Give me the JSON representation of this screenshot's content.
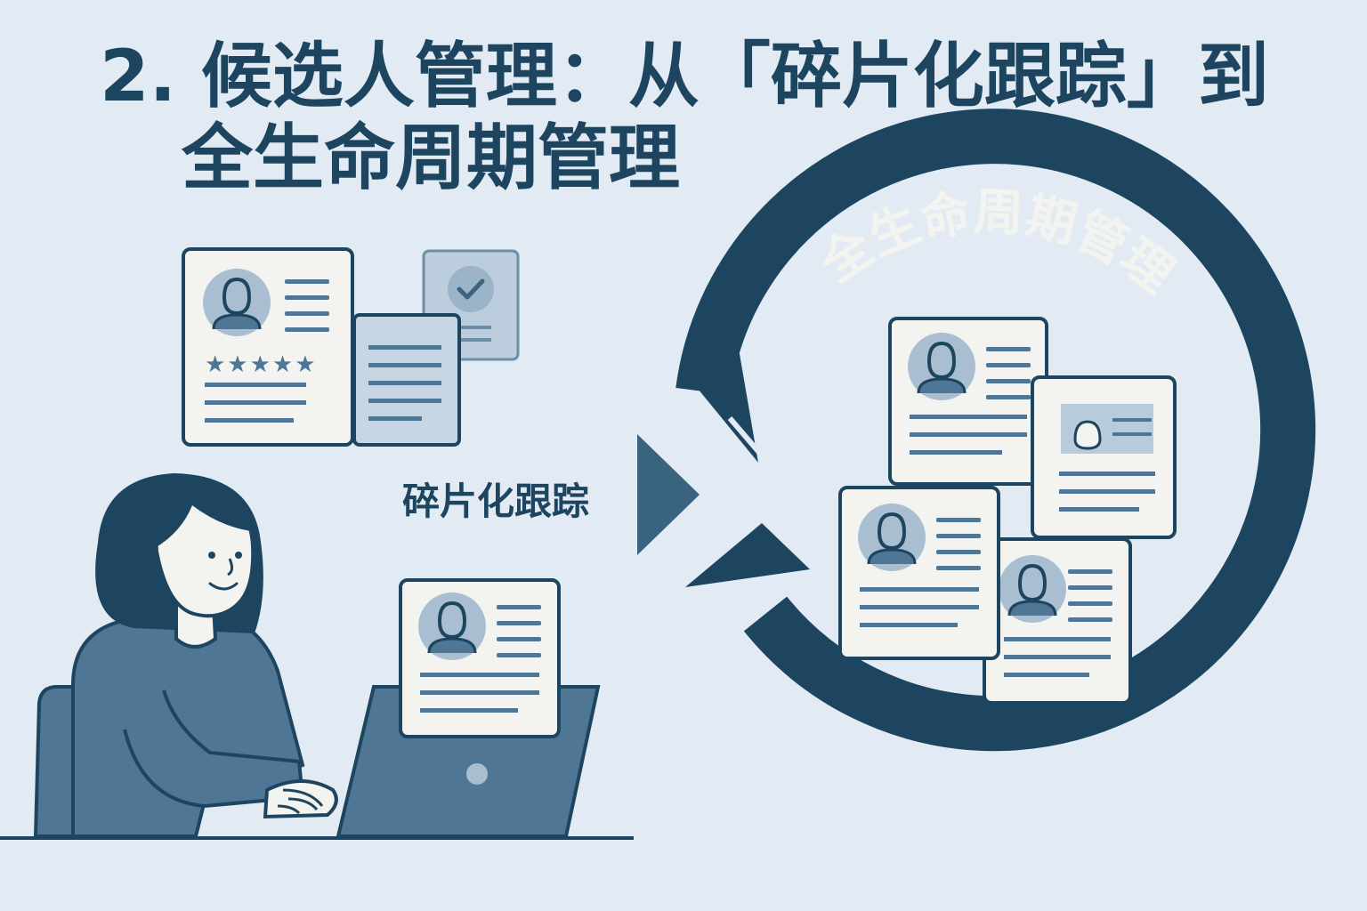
{
  "header": {
    "title_line1": "2. 候选人管理：从「碎片化跟踪」到",
    "title_line2": "全生命周期管理"
  },
  "labels": {
    "fragmented": "碎片化跟踪",
    "lifecycle": "全生命周期管理"
  },
  "icons": {
    "star_rating": "★★★★★",
    "check": "check-icon",
    "arrow": "play-arrow-icon",
    "cycle": "circular-arrow-icon"
  },
  "colors": {
    "background": "#e2ebf3",
    "primary": "#1d4560",
    "accent": "#4f7694",
    "card": "#f3f4f0",
    "muted": "#a9bfd1"
  }
}
